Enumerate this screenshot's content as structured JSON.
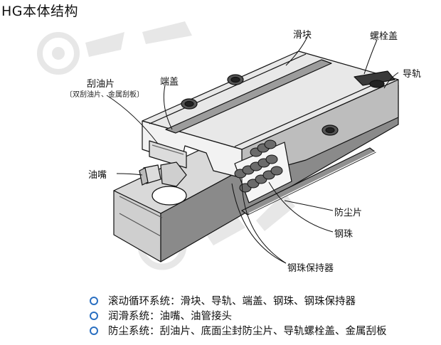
{
  "title": "HG本体结构",
  "labels": {
    "slider": "滑块",
    "bolt_cap": "螺栓盖",
    "rail": "导轨",
    "scraper": "刮油片",
    "scraper_note": "〔双刮油片、金属刮板〕",
    "end_cap": "端盖",
    "grease_nipple": "油嘴",
    "dust_seal": "防尘片",
    "ball": "钢珠",
    "retainer": "钢珠保持器"
  },
  "legend": [
    {
      "text": "滚动循环系统：滑块、导轨、端盖、钢珠、钢珠保持器"
    },
    {
      "text": "润滑系统：油嘴、油管接头"
    },
    {
      "text": "防尘系统：刮油片、底面尘封防尘片、导轨螺栓盖、金属刮板"
    }
  ],
  "colors": {
    "bullet": "#2a6fc1",
    "line": "#111111",
    "shade": "#c9c9c9",
    "dark": "#7a7a7a"
  }
}
